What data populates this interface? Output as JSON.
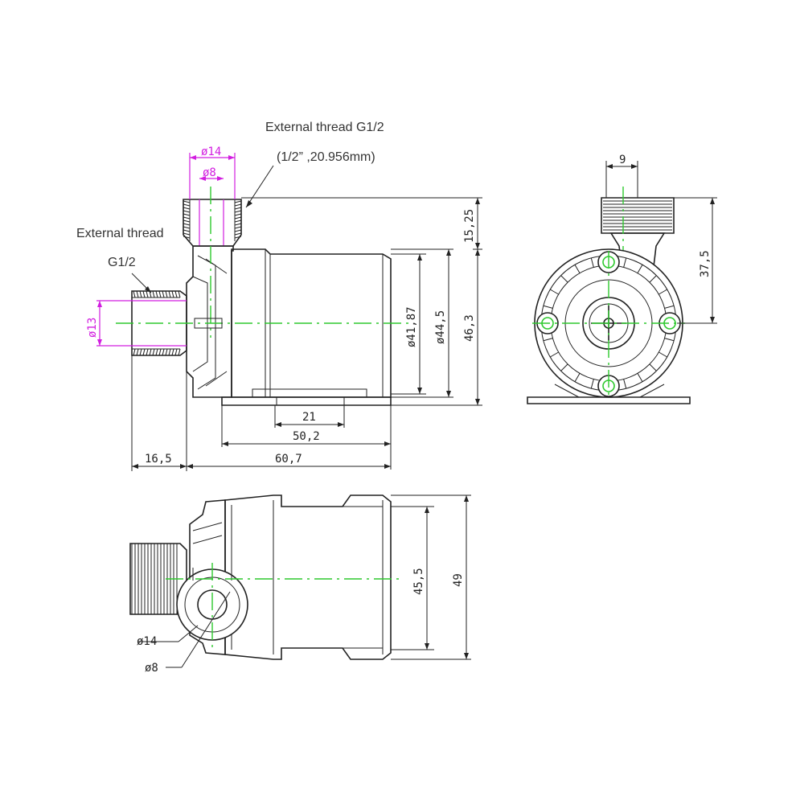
{
  "labels": {
    "ext_thread_top": "External thread G1/2",
    "ext_thread_top_sub": "(1/2” ,20.956mm)",
    "ext_thread_left": "External thread",
    "ext_thread_left_sub": "G1/2"
  },
  "dimensions": {
    "d14_top": "ø14",
    "d8_top": "ø8",
    "d13_left": "ø13",
    "d41_87": "ø41,87",
    "d44_5": "ø44,5",
    "h46_3": "46,3",
    "h15_25": "15,25",
    "w21": "21",
    "w50_2": "50,2",
    "w16_5": "16,5",
    "w60_7": "60,7",
    "w9": "9",
    "h37_5": "37,5",
    "h45_5": "45,5",
    "h49": "49",
    "d14_bottom": "ø14",
    "d8_bottom": "ø8"
  },
  "colors": {
    "line": "#222222",
    "dimension_highlight": "#d21ee0",
    "centerline": "#2ec92e"
  }
}
